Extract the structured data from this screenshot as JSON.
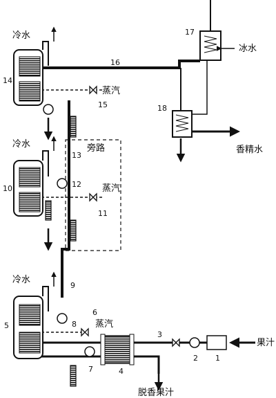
{
  "labels": {
    "cold_water": "冷水",
    "steam": "蒸汽",
    "bypass": "旁路",
    "ice_water": "冰水",
    "aroma_water": "香精水",
    "juice": "果汁",
    "dearomatized_juice": "脱香果汁"
  },
  "numbers": [
    "1",
    "2",
    "3",
    "4",
    "5",
    "6",
    "7",
    "8",
    "9",
    "10",
    "11",
    "12",
    "13",
    "14",
    "15",
    "16",
    "17",
    "18"
  ]
}
